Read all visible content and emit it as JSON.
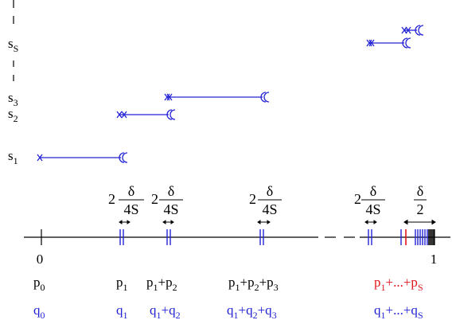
{
  "colors": {
    "black": "#000000",
    "blue": "#2323d6",
    "red": "#e0141e"
  },
  "rows": [
    {
      "label_main": "s",
      "label_sub": "S"
    },
    {
      "label_main": "s",
      "label_sub": "3"
    },
    {
      "label_main": "s",
      "label_sub": "2"
    },
    {
      "label_main": "s",
      "label_sub": "1"
    }
  ],
  "axis": {
    "tick_left": "0",
    "tick_right": "1"
  },
  "widths": [
    {
      "coef": "2",
      "num": "δ",
      "den": "4S"
    },
    {
      "coef": "2",
      "num": "δ",
      "den": "4S"
    },
    {
      "coef": "2",
      "num": "δ",
      "den": "4S"
    },
    {
      "coef": "2",
      "num": "δ",
      "den": "4S"
    },
    {
      "coef": "",
      "num": "δ",
      "den": "2"
    }
  ],
  "p_labels": [
    {
      "parts": [
        {
          "t": "p"
        },
        {
          "t": "0",
          "sub": true
        }
      ]
    },
    {
      "parts": [
        {
          "t": "p"
        },
        {
          "t": "1",
          "sub": true
        }
      ]
    },
    {
      "parts": [
        {
          "t": "p"
        },
        {
          "t": "1",
          "sub": true
        },
        {
          "t": "+p"
        },
        {
          "t": "2",
          "sub": true
        }
      ]
    },
    {
      "parts": [
        {
          "t": "p"
        },
        {
          "t": "1",
          "sub": true
        },
        {
          "t": "+p"
        },
        {
          "t": "2",
          "sub": true
        },
        {
          "t": "+p"
        },
        {
          "t": "3",
          "sub": true
        }
      ]
    },
    {
      "parts": [
        {
          "t": "p"
        },
        {
          "t": "1",
          "sub": true
        },
        {
          "t": "+...+p"
        },
        {
          "t": "S",
          "sub": true
        }
      ]
    }
  ],
  "q_labels": [
    {
      "parts": [
        {
          "t": "q"
        },
        {
          "t": "0",
          "sub": true
        }
      ]
    },
    {
      "parts": [
        {
          "t": "q"
        },
        {
          "t": "1",
          "sub": true
        }
      ]
    },
    {
      "parts": [
        {
          "t": "q"
        },
        {
          "t": "1",
          "sub": true
        },
        {
          "t": "+q"
        },
        {
          "t": "2",
          "sub": true
        }
      ]
    },
    {
      "parts": [
        {
          "t": "q"
        },
        {
          "t": "1",
          "sub": true
        },
        {
          "t": "+q"
        },
        {
          "t": "2",
          "sub": true
        },
        {
          "t": "+q"
        },
        {
          "t": "3",
          "sub": true
        }
      ]
    },
    {
      "parts": [
        {
          "t": "q"
        },
        {
          "t": "1",
          "sub": true
        },
        {
          "t": "+...+q"
        },
        {
          "t": "S",
          "sub": true
        }
      ]
    }
  ]
}
